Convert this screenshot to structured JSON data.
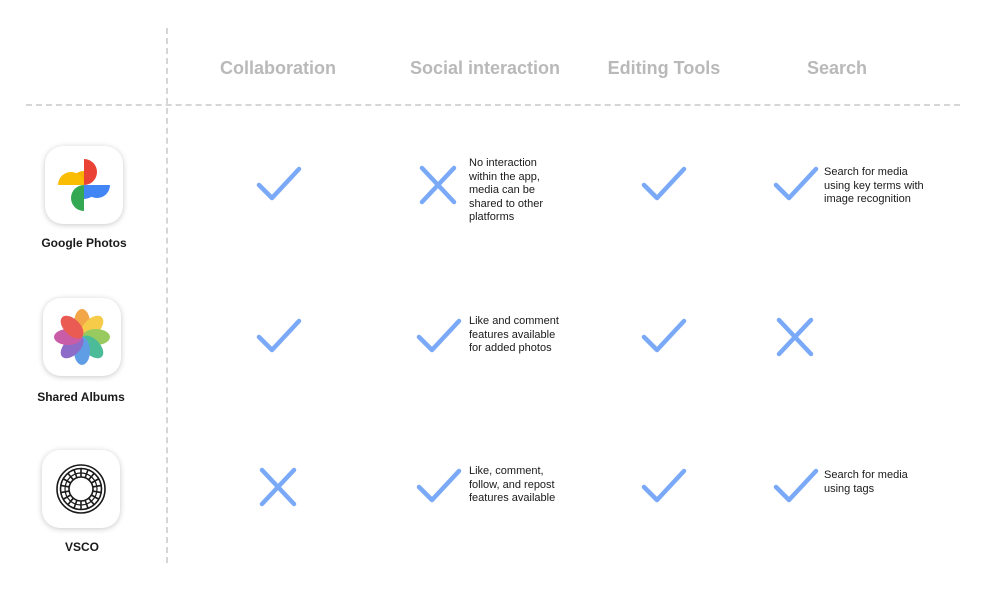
{
  "columns": [
    {
      "label": "Collaboration"
    },
    {
      "label": "Social interaction"
    },
    {
      "label": "Editing Tools"
    },
    {
      "label": "Search"
    }
  ],
  "rows": [
    {
      "app": "Google Photos",
      "icon": "google-photos-pinwheel",
      "collaboration": "check",
      "social": "cross",
      "social_note": [
        "No interaction",
        "within the app,",
        "media can be",
        "shared to other",
        "platforms"
      ],
      "editing": "check",
      "search": "check",
      "search_note": [
        "Search for media",
        "using key terms with",
        "image recognition"
      ]
    },
    {
      "app": "Shared Albums",
      "icon": "apple-photos-flower",
      "collaboration": "check",
      "social": "check",
      "social_note": [
        "Like and comment",
        "features available",
        "for added photos"
      ],
      "editing": "check",
      "search": "cross",
      "search_note": []
    },
    {
      "app": "VSCO",
      "icon": "vsco-circle-logo",
      "collaboration": "cross",
      "social": "check",
      "social_note": [
        "Like, comment,",
        "follow, and repost",
        "features available"
      ],
      "editing": "check",
      "search": "check",
      "search_note": [
        "Search for media",
        "using tags"
      ]
    }
  ],
  "colors": {
    "mark": "#7aa9f7",
    "header": "#b9b9b9",
    "divider": "#d6d6d6"
  }
}
